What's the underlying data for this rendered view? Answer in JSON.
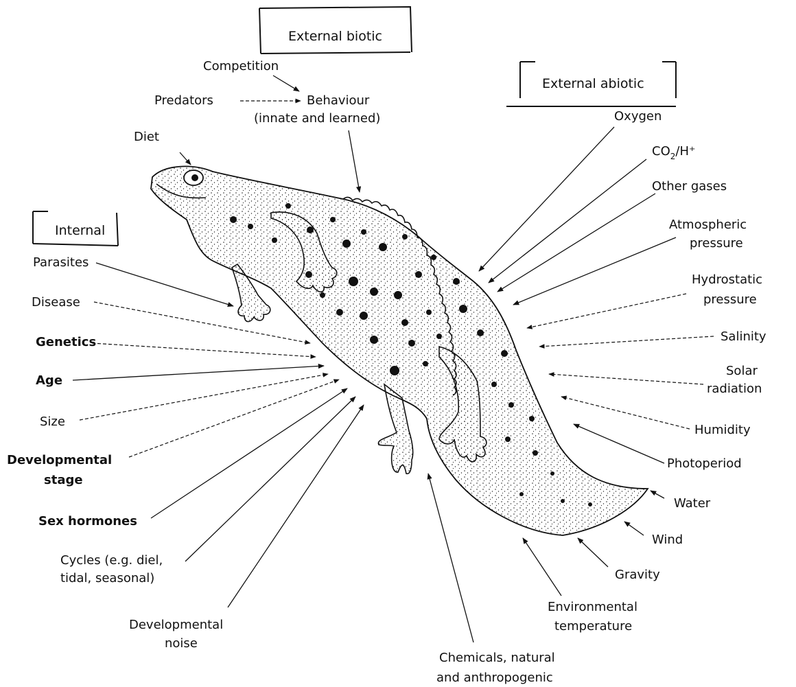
{
  "categories": {
    "external_biotic": "External biotic",
    "external_abiotic": "External abiotic",
    "internal": "Internal"
  },
  "biotic": {
    "competition": "Competition",
    "predators": "Predators",
    "behaviour_line1": "Behaviour",
    "behaviour_line2": "(innate and learned)",
    "diet": "Diet"
  },
  "internal": {
    "parasites": "Parasites",
    "disease": "Disease",
    "genetics": "Genetics",
    "age": "Age",
    "size": "Size",
    "developmental_stage_line1": "Developmental",
    "developmental_stage_line2": "stage",
    "sex_hormones": "Sex hormones",
    "cycles_line1": "Cycles (e.g. diel,",
    "cycles_line2": "tidal, seasonal)",
    "developmental_noise_line1": "Developmental",
    "developmental_noise_line2": "noise"
  },
  "abiotic": {
    "oxygen": "Oxygen",
    "co2_main": "CO",
    "co2_sub": "2",
    "co2_rest": "/H⁺",
    "other_gases": "Other gases",
    "atmospheric_line1": "Atmospheric",
    "atmospheric_line2": "pressure",
    "hydrostatic_line1": "Hydrostatic",
    "hydrostatic_line2": "pressure",
    "salinity": "Salinity",
    "solar_line1": "Solar",
    "solar_line2": "radiation",
    "humidity": "Humidity",
    "photoperiod": "Photoperiod",
    "water": "Water",
    "wind": "Wind",
    "gravity": "Gravity",
    "env_temp_line1": "Environmental",
    "env_temp_line2": "temperature",
    "chemicals_line1": "Chemicals, natural",
    "chemicals_line2": "and anthropogenic"
  }
}
